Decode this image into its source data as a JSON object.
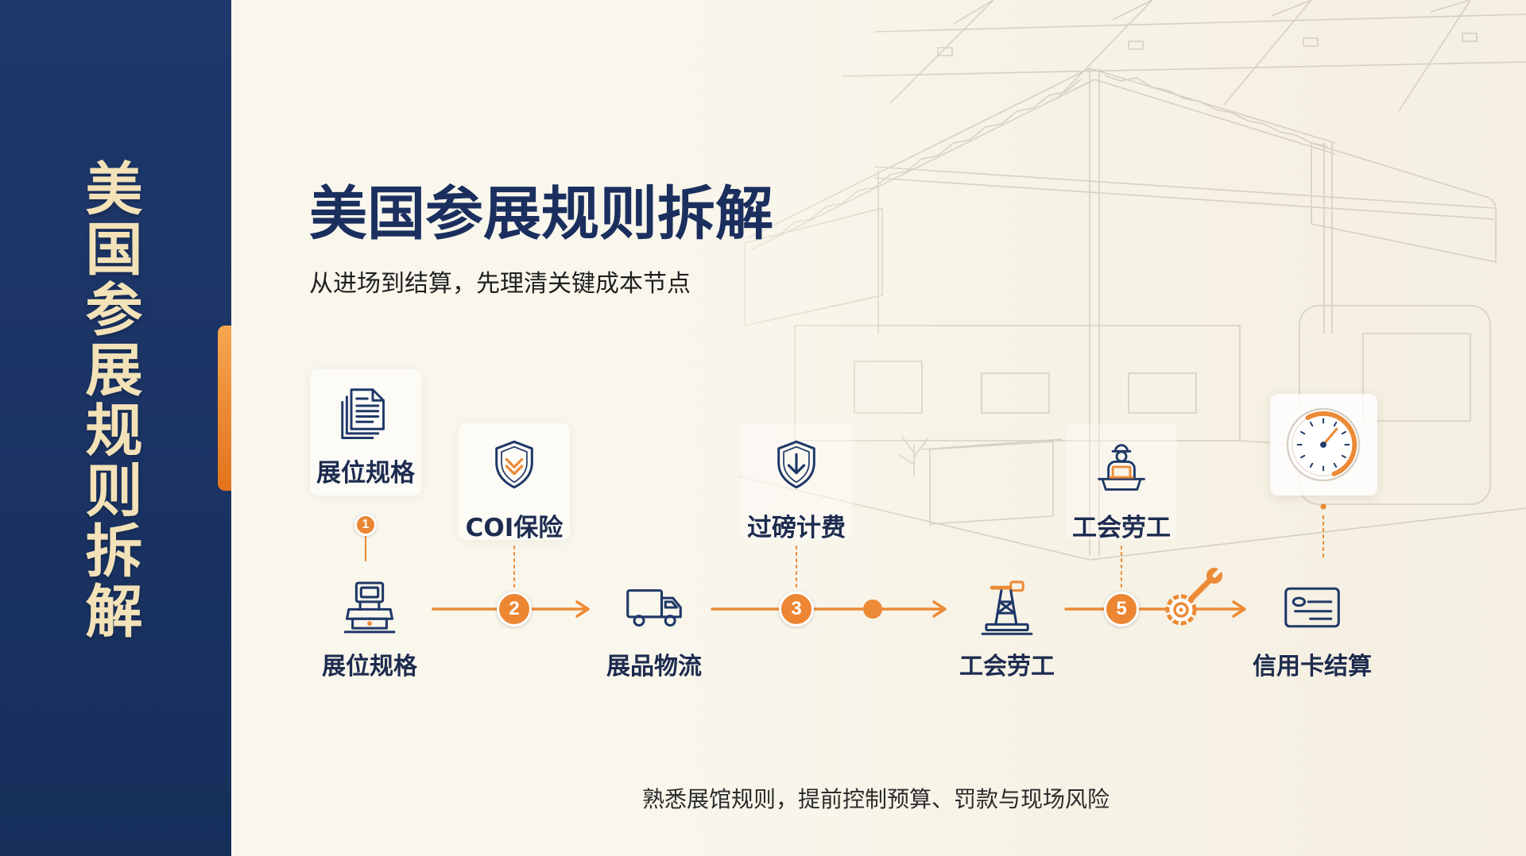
{
  "colors": {
    "sidebar_navy": "#1c3566",
    "accent_orange": "#ec8a36",
    "background_cream": "#f7f3e6",
    "title_navy": "#1b2f5f",
    "sidebar_text_gold": "#f3e2b8"
  },
  "sidebar": {
    "vertical_title": "美国参展规则拆解"
  },
  "header": {
    "title": "美国参展规则拆解",
    "subtitle": "从进场到结算，先理清关键成本节点"
  },
  "flow": {
    "top_items": [
      {
        "label": "展位规格",
        "step": "1",
        "icon": "document-stack-icon"
      },
      {
        "label": "COI保险",
        "step": "2",
        "icon": "shield-check-icon"
      },
      {
        "label": "过磅计费",
        "step": "3",
        "icon": "shield-download-icon"
      },
      {
        "label": "工会劳工",
        "step": "5",
        "icon": "worker-desk-icon"
      },
      {
        "icon": "gauge-icon"
      }
    ],
    "bottom_items": [
      {
        "label": "展位规格",
        "icon": "booth-kiosk-icon"
      },
      {
        "label": "展品物流",
        "icon": "truck-icon"
      },
      {
        "label": "工会劳工",
        "icon": "crane-icon"
      },
      {
        "label": "信用卡结算",
        "icon": "credit-card-icon"
      }
    ],
    "connector_icons": [
      "arrow-right-icon",
      "wrench-gear-icon"
    ]
  },
  "footer": {
    "caption": "熟悉展馆规则，提前控制预算、罚款与现场风险"
  }
}
